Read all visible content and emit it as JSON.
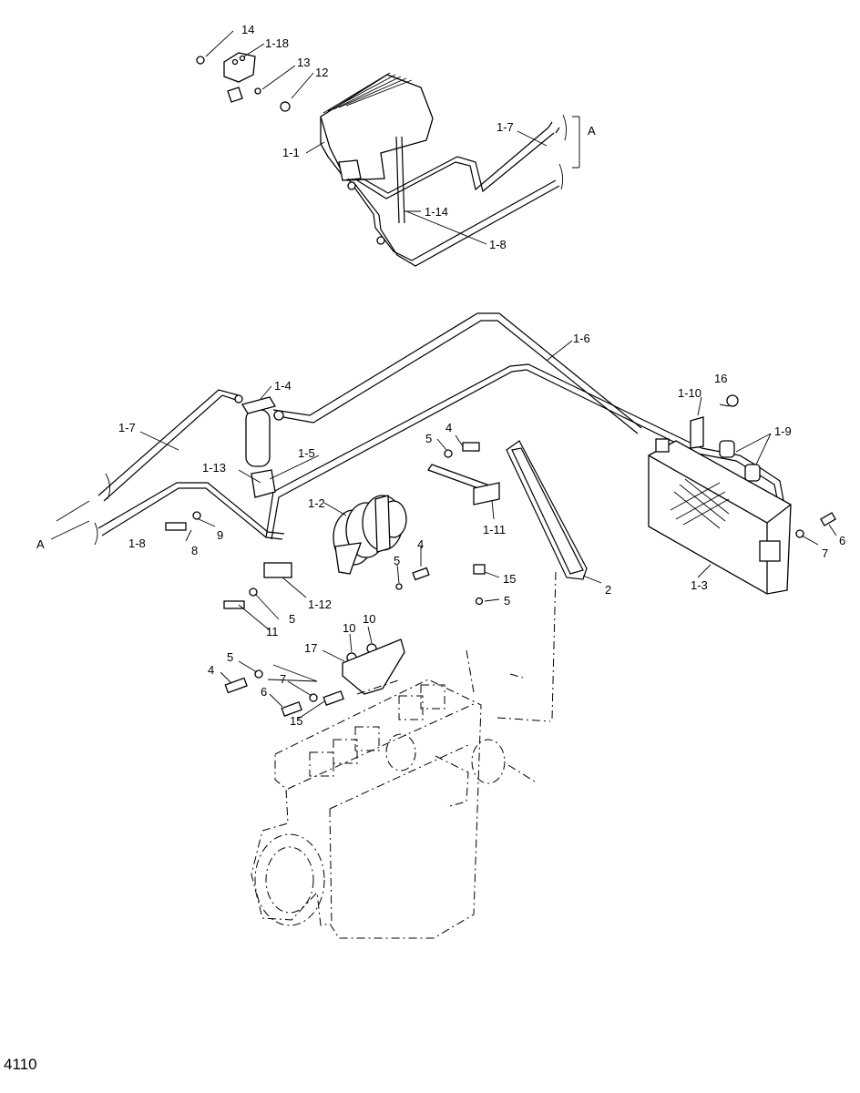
{
  "page_number": "4110",
  "labels": [
    {
      "id": "l14a",
      "text": "14"
    },
    {
      "id": "l118",
      "text": "1-18"
    },
    {
      "id": "l13a",
      "text": "13"
    },
    {
      "id": "l12a",
      "text": "12"
    },
    {
      "id": "l11",
      "text": "1-1"
    },
    {
      "id": "l17a",
      "text": "1-7"
    },
    {
      "id": "lAa",
      "text": "A"
    },
    {
      "id": "l114",
      "text": "1-14"
    },
    {
      "id": "l18a",
      "text": "1-8"
    },
    {
      "id": "l16",
      "text": "1-6"
    },
    {
      "id": "l14p",
      "text": "1-4"
    },
    {
      "id": "l110",
      "text": "1-10"
    },
    {
      "id": "l16b",
      "text": "16"
    },
    {
      "id": "l19",
      "text": "1-9"
    },
    {
      "id": "l17b",
      "text": "1-7"
    },
    {
      "id": "l4a",
      "text": "4"
    },
    {
      "id": "l5a",
      "text": "5"
    },
    {
      "id": "l15p",
      "text": "1-5"
    },
    {
      "id": "l113",
      "text": "1-13"
    },
    {
      "id": "l12p",
      "text": "1-2"
    },
    {
      "id": "lAb",
      "text": "A"
    },
    {
      "id": "l18b",
      "text": "1-8"
    },
    {
      "id": "l8",
      "text": "8"
    },
    {
      "id": "l9",
      "text": "9"
    },
    {
      "id": "l111",
      "text": "1-11"
    },
    {
      "id": "l7a",
      "text": "7"
    },
    {
      "id": "l6a",
      "text": "6"
    },
    {
      "id": "l4b",
      "text": "4"
    },
    {
      "id": "l5b",
      "text": "5"
    },
    {
      "id": "l15a",
      "text": "15"
    },
    {
      "id": "l2",
      "text": "2"
    },
    {
      "id": "l13p",
      "text": "1-3"
    },
    {
      "id": "l112",
      "text": "1-12"
    },
    {
      "id": "l5c",
      "text": "5"
    },
    {
      "id": "l11b",
      "text": "11"
    },
    {
      "id": "l5d",
      "text": "5"
    },
    {
      "id": "l10a",
      "text": "10"
    },
    {
      "id": "l10b",
      "text": "10"
    },
    {
      "id": "l17",
      "text": "17"
    },
    {
      "id": "l5e",
      "text": "5"
    },
    {
      "id": "l4c",
      "text": "4"
    },
    {
      "id": "l7b",
      "text": "7"
    },
    {
      "id": "l6b",
      "text": "6"
    },
    {
      "id": "l15b",
      "text": "15"
    }
  ]
}
